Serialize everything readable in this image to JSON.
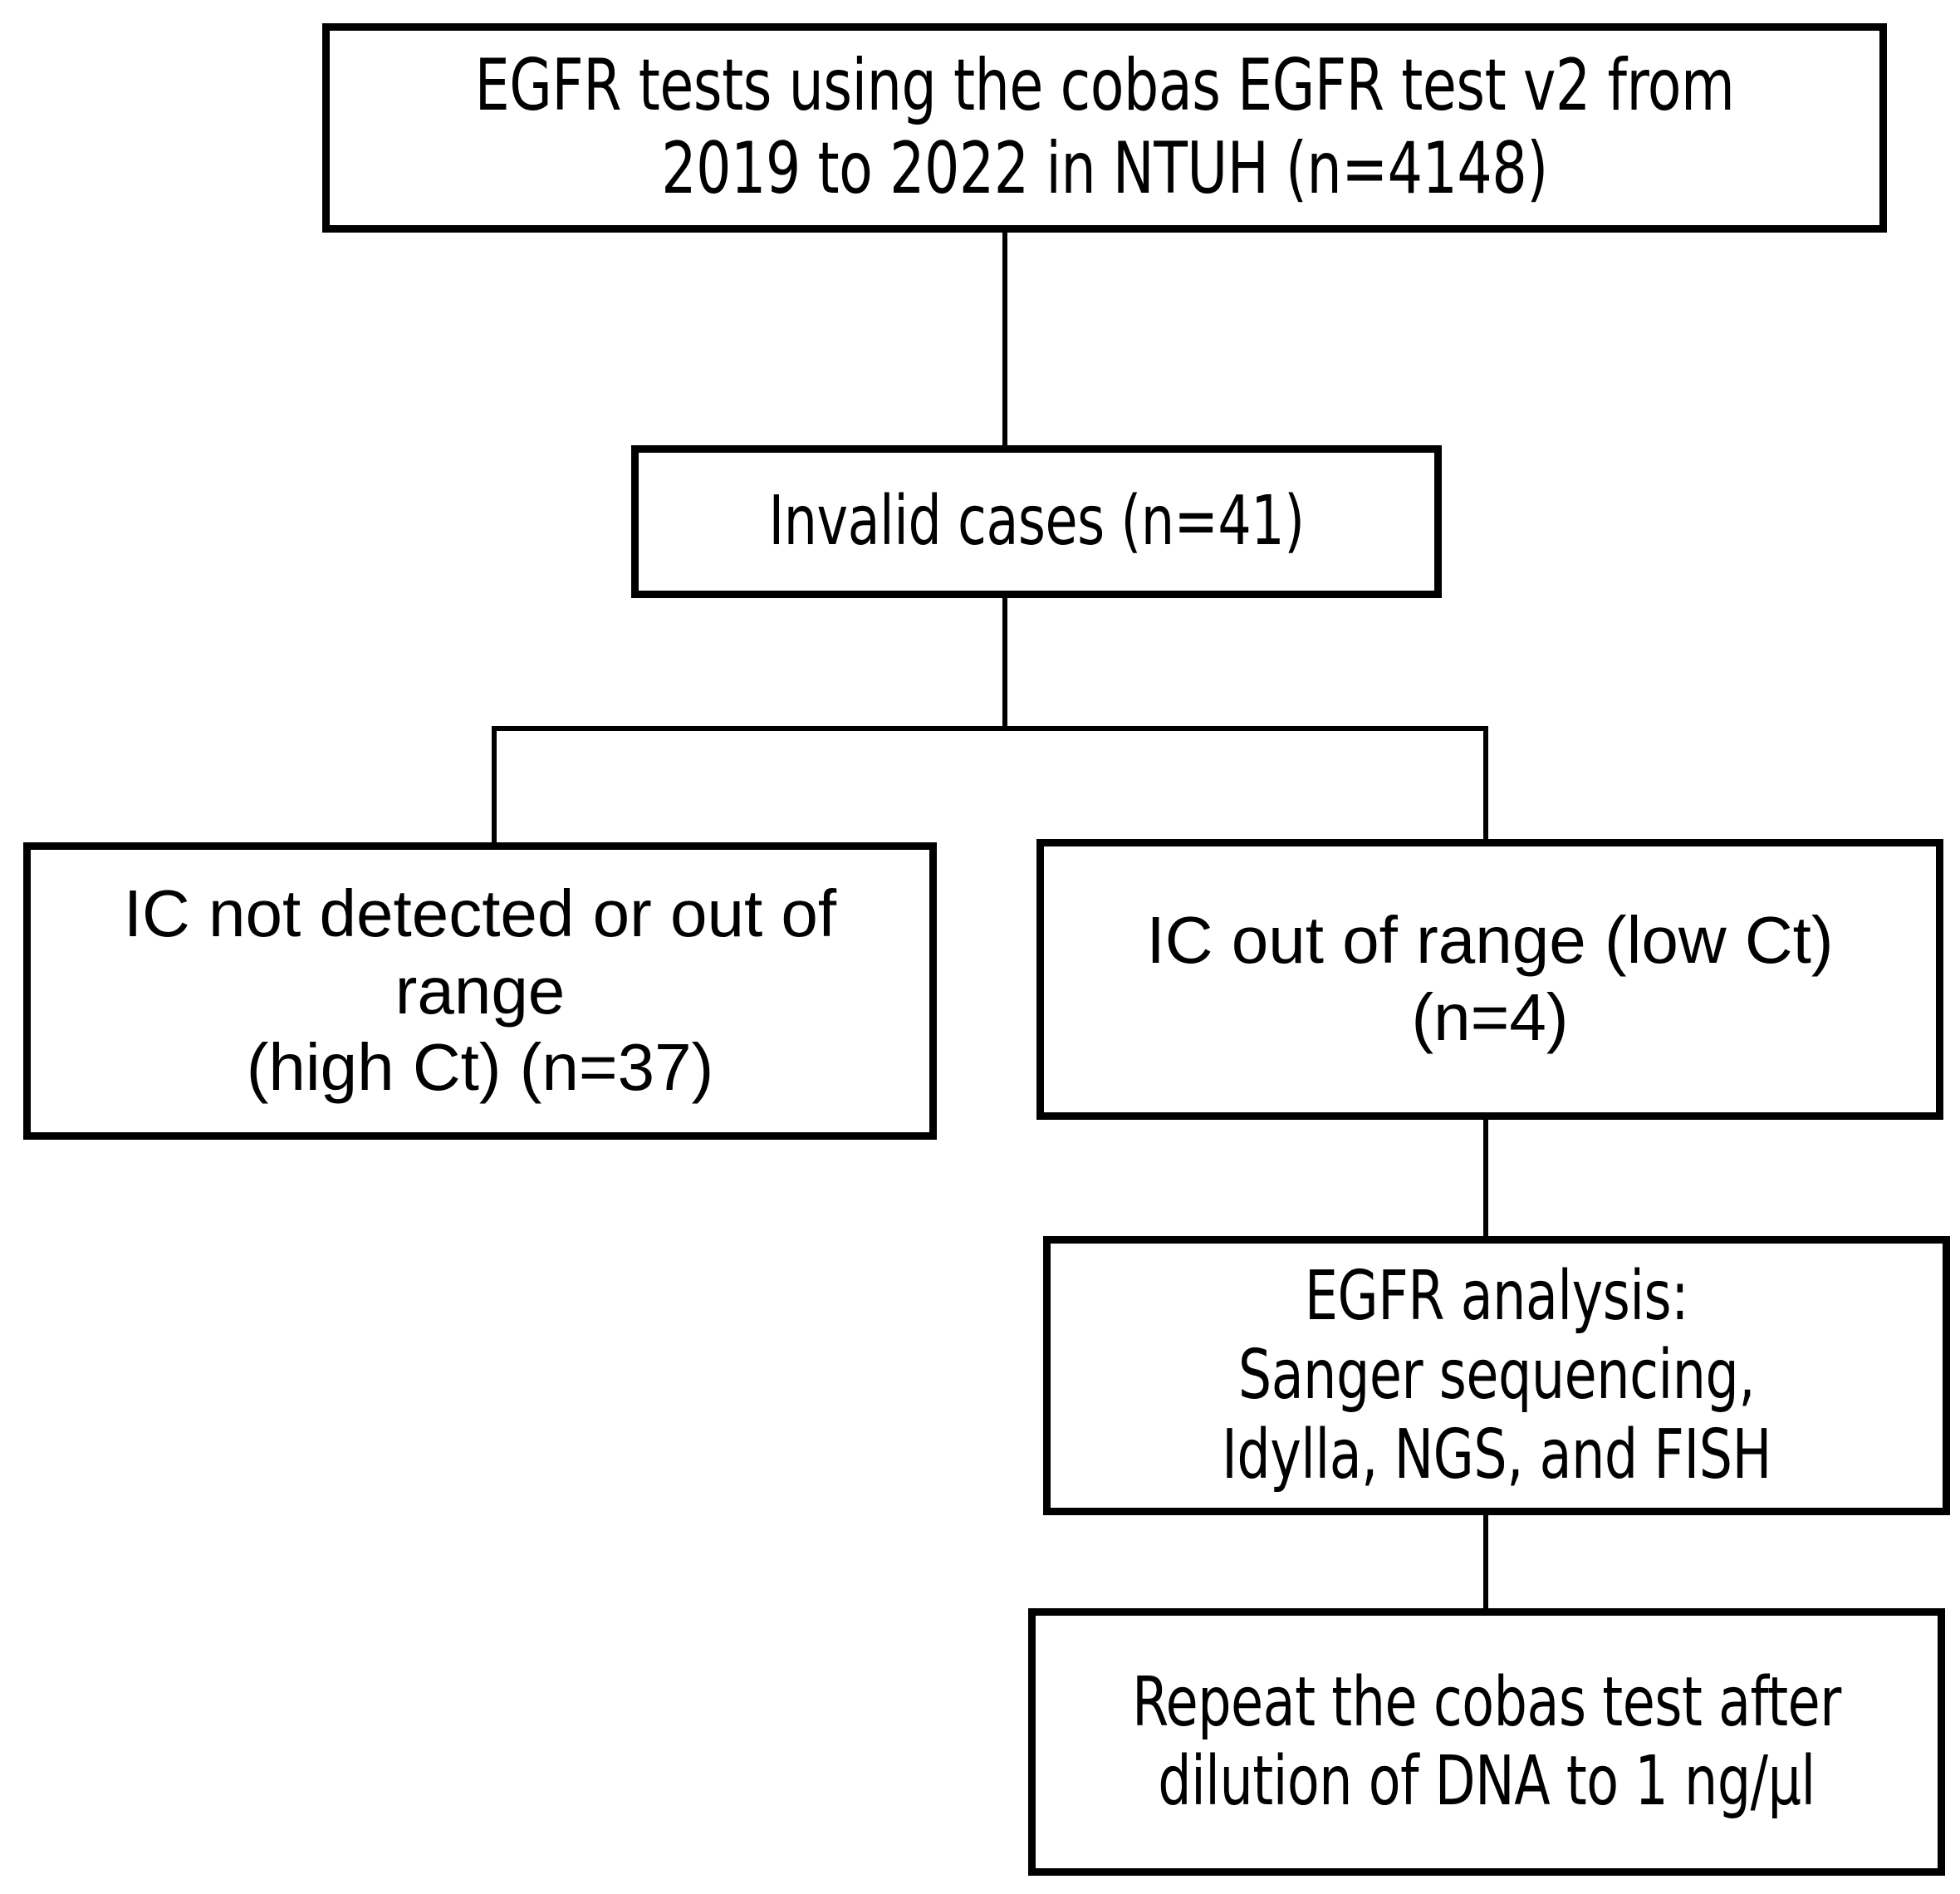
{
  "figure": {
    "type": "flowchart",
    "orientation": "top-down",
    "background_color": "#ffffff",
    "line_color": "#000000",
    "box_border_color": "#000000",
    "box_fill_color": "#ffffff",
    "text_color": "#000000"
  },
  "nodes": {
    "source": {
      "id": "source",
      "label": "EGFR tests using the cobas EGFR test v2 from\n2019 to 2022 in NTUH (n=4148)",
      "line1": "EGFR tests using the cobas EGFR test v2 from",
      "line2": "2019 to 2022 in NTUH (n=4148)",
      "count": 4148,
      "count_text": "(n=4148)"
    },
    "invalid": {
      "id": "invalid",
      "label": "Invalid cases (n=41)",
      "count": 41,
      "count_text": "(n=41)"
    },
    "ic_high": {
      "id": "ic_high",
      "label": "IC not detected or out of range\n(high Ct) (n=37)",
      "line1": "IC not detected or out of range",
      "line2": "(high Ct) (n=37)",
      "count": 37,
      "count_text": "(n=37)"
    },
    "ic_low": {
      "id": "ic_low",
      "label": "IC out of range (low Ct) (n=4)",
      "count": 4,
      "count_text": "(n=4)"
    },
    "egfr_analysis": {
      "id": "egfr_analysis",
      "label": "EGFR analysis:\nSanger sequencing,\nIdylla, NGS, and FISH",
      "line1": "EGFR analysis:",
      "line2": "Sanger sequencing,",
      "line3": "Idylla, NGS, and FISH",
      "methods": [
        "Sanger sequencing",
        "Idylla",
        "NGS",
        "FISH"
      ]
    },
    "repeat": {
      "id": "repeat",
      "label": "Repeat the cobas test after\ndilution of DNA to 1 ng/µl",
      "line1": "Repeat the cobas test after",
      "line2": "dilution of DNA to 1 ng/µl",
      "concentration": "1 ng/µl"
    }
  },
  "edges": [
    {
      "from": "source",
      "to": "invalid"
    },
    {
      "from": "invalid",
      "to": "ic_high"
    },
    {
      "from": "invalid",
      "to": "ic_low"
    },
    {
      "from": "ic_low",
      "to": "egfr_analysis"
    },
    {
      "from": "egfr_analysis",
      "to": "repeat"
    }
  ]
}
